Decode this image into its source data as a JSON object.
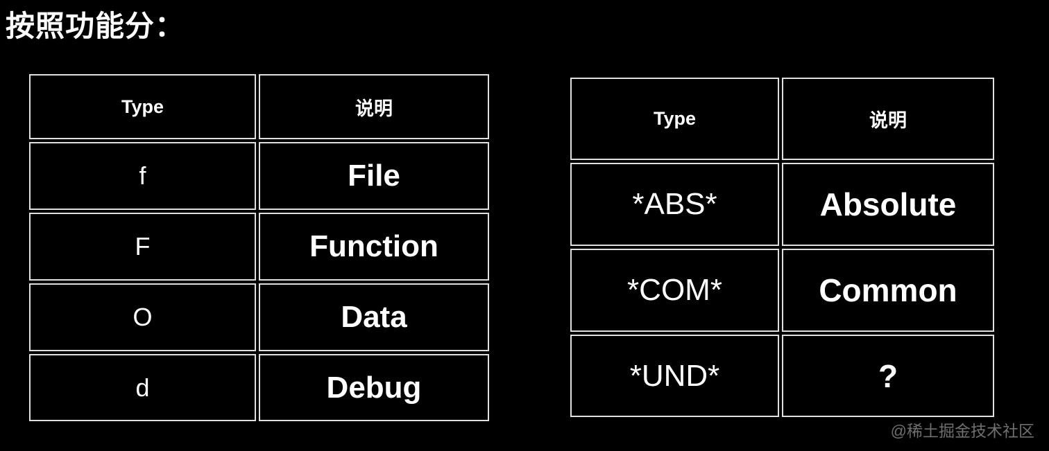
{
  "page": {
    "background": "#000000",
    "border_color": "#e0e0e0",
    "text_color": "#ffffff",
    "watermark_color": "#6f6f6f"
  },
  "heading": "按照功能分：",
  "tables": {
    "left": {
      "headers": [
        "Type",
        "说明"
      ],
      "rows": [
        [
          "f",
          "File"
        ],
        [
          "F",
          "Function"
        ],
        [
          "O",
          "Data"
        ],
        [
          "d",
          "Debug"
        ]
      ]
    },
    "right": {
      "headers": [
        "Type",
        "说明"
      ],
      "rows": [
        [
          "*ABS*",
          "Absolute"
        ],
        [
          "*COM*",
          "Common"
        ],
        [
          "*UND*",
          "?"
        ]
      ]
    }
  },
  "watermark": "@稀土掘金技术社区"
}
